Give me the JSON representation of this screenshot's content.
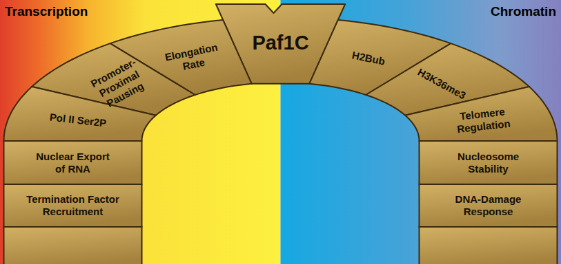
{
  "diagram": {
    "nodes": [
      {
        "text": [
          "Paf1C"
        ]
      },
      {
        "text": [
          "Elongation Rate"
        ]
      },
      {
        "text": [
          "Promoter-Proximal Pausing"
        ]
      },
      {
        "text": [
          "Pol II Ser2P"
        ]
      },
      {
        "text": [
          "Nuclear Export of RNA"
        ]
      },
      {
        "text": [
          "Termination Factor Recruitment"
        ]
      },
      {
        "text": [
          "H2Bub"
        ]
      },
      {
        "text": [
          "H3K36me3"
        ]
      },
      {
        "text": [
          "Telomere Regulation"
        ]
      },
      {
        "text": [
          "Nucleosome Stability"
        ]
      },
      {
        "text": [
          "DNA-Damage Response"
        ]
      }
    ],
    "labels": [
      "Transcription",
      "Chromatin"
    ]
  }
}
